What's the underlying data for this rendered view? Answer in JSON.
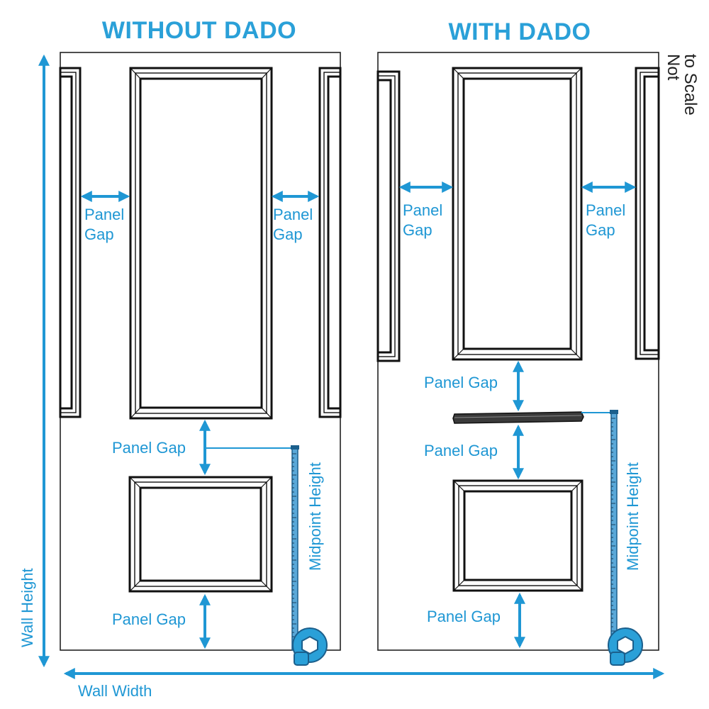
{
  "titles": {
    "without": "WITHOUT DADO",
    "with": "WITH DADO"
  },
  "note": {
    "line1": "Not",
    "line2": "to Scale"
  },
  "labels": {
    "panel_gap_line1": "Panel",
    "panel_gap_line2": "Gap",
    "panel_gap": "Panel Gap",
    "midpoint_height": "Midpoint Height",
    "wall_height": "Wall Height",
    "wall_width": "Wall Width"
  },
  "colors": {
    "accent": "#1f97d4",
    "title": "#2aa0d8",
    "line": "#111111",
    "background": "#ffffff"
  },
  "icons": {
    "arrow": "double-headed-arrow-icon",
    "tape": "tape-measure-icon"
  }
}
